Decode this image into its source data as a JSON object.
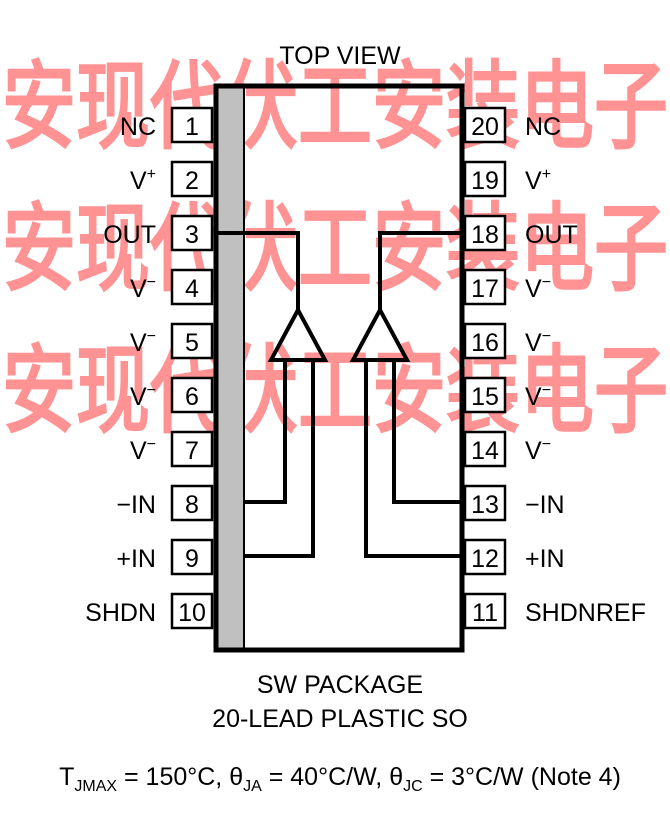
{
  "title": "TOP VIEW",
  "watermark": "安现代伏工安装电子",
  "left_pins": [
    {
      "num": "1",
      "name": "NC"
    },
    {
      "num": "2",
      "name": "V",
      "sup": "+"
    },
    {
      "num": "3",
      "name": "OUT"
    },
    {
      "num": "4",
      "name": "V",
      "sup": "−"
    },
    {
      "num": "5",
      "name": "V",
      "sup": "−"
    },
    {
      "num": "6",
      "name": "V",
      "sup": "−"
    },
    {
      "num": "7",
      "name": "V",
      "sup": "−"
    },
    {
      "num": "8",
      "name": "−IN"
    },
    {
      "num": "9",
      "name": "+IN"
    },
    {
      "num": "10",
      "name": "SHDN"
    }
  ],
  "right_pins": [
    {
      "num": "20",
      "name": "NC"
    },
    {
      "num": "19",
      "name": "V",
      "sup": "+"
    },
    {
      "num": "18",
      "name": "OUT"
    },
    {
      "num": "17",
      "name": "V",
      "sup": "−"
    },
    {
      "num": "16",
      "name": "V",
      "sup": "−"
    },
    {
      "num": "15",
      "name": "V",
      "sup": "−"
    },
    {
      "num": "14",
      "name": "V",
      "sup": "−"
    },
    {
      "num": "13",
      "name": "−IN"
    },
    {
      "num": "12",
      "name": "+IN"
    },
    {
      "num": "11",
      "name": "SHDNREF"
    }
  ],
  "package": {
    "line1": "SW PACKAGE",
    "line2": "20-LEAD PLASTIC SO"
  },
  "thermal": {
    "t_sym": "T",
    "t_sub": "JMAX",
    "t_val": " = 150°C, ",
    "ja_sym": "θ",
    "ja_sub": "JA",
    "ja_val": " = 40°C/W, ",
    "jc_sym": "θ",
    "jc_sub": "JC",
    "jc_val": " = 3°C/W (Note 4)"
  },
  "colors": {
    "stripe": "#c0c0c0",
    "watermark": "#ff3b3b",
    "line": "#000000"
  }
}
